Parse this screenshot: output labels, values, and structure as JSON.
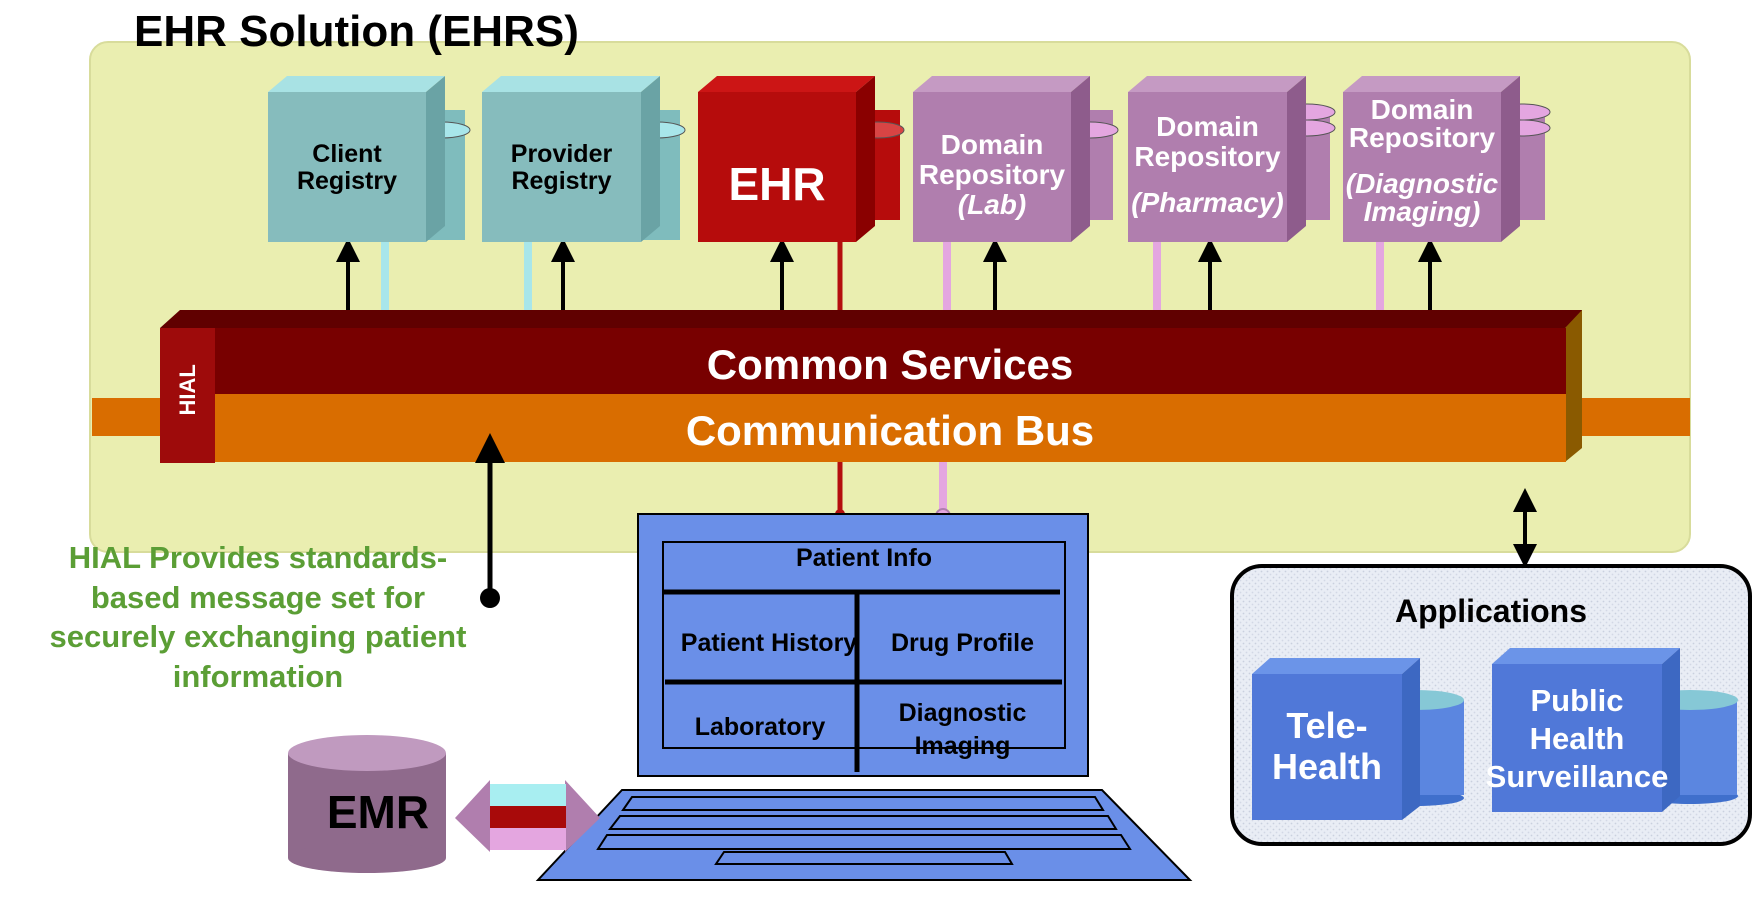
{
  "title": "EHR Solution (EHRS)",
  "registries": {
    "client": [
      "Client",
      "Registry"
    ],
    "provider": [
      "Provider",
      "Registry"
    ],
    "ehr": "EHR"
  },
  "repositories": {
    "lab": {
      "line1": "Domain",
      "line2": "Repository",
      "line3": "(Lab)"
    },
    "pharmacy": {
      "line1": "Domain",
      "line2": "Repository",
      "line3": "(Pharmacy)"
    },
    "imaging": {
      "line1": "Domain",
      "line2": "Repository",
      "line3": "(Diagnostic",
      "line4": "Imaging)"
    }
  },
  "hial": "HIAL",
  "common_services": "Common Services",
  "communication_bus": "Communication Bus",
  "hial_note": [
    "HIAL Provides standards-",
    "based message set for",
    "securely exchanging patient",
    "information"
  ],
  "laptop_screen": {
    "patient_info": "Patient Info",
    "patient_history": "Patient History",
    "drug_profile": "Drug Profile",
    "laboratory": "Laboratory",
    "diagnostic_imaging": [
      "Diagnostic",
      "Imaging"
    ]
  },
  "emr": "EMR",
  "applications": {
    "title": "Applications",
    "telehealth": [
      "Tele-",
      "Health"
    ],
    "public_health": [
      "Public",
      "Health",
      "Surveillance"
    ]
  },
  "colors": {
    "ehrs_panel": "#eaeeb0",
    "registry": "#86bcbd",
    "ehr": "#b60c0c",
    "repository": "#b07eae",
    "common_services": "#780000",
    "bus": "#d96d00",
    "laptop": "#6a8fe8",
    "note_text": "#5b9e35"
  }
}
